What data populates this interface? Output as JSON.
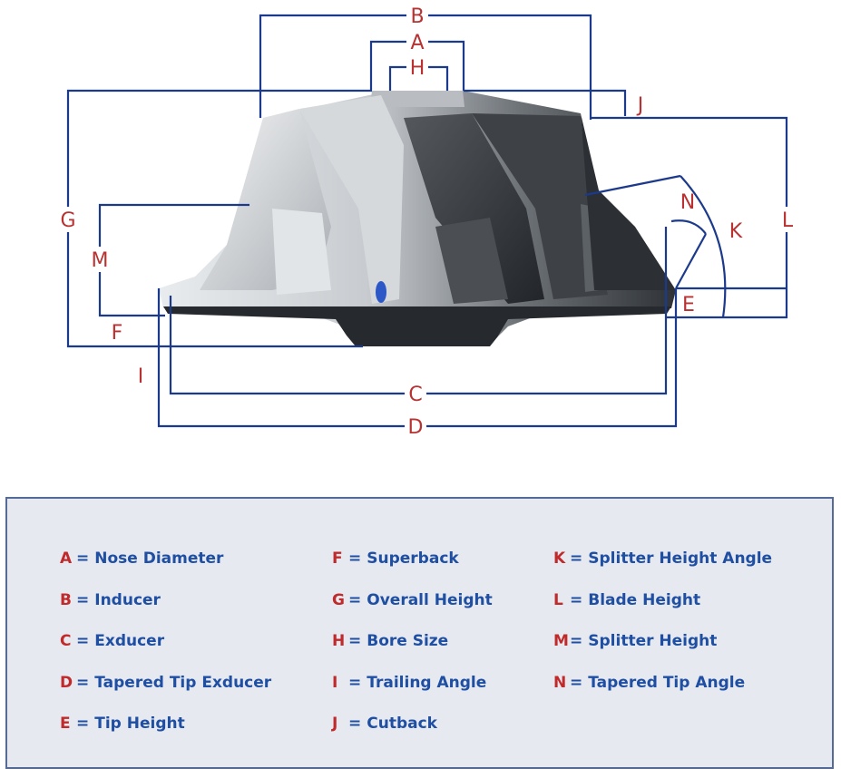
{
  "diagram": {
    "labels": {
      "A": "A",
      "B": "B",
      "C": "C",
      "D": "D",
      "E": "E",
      "F": "F",
      "G": "G",
      "H": "H",
      "I": "I",
      "J": "J",
      "K": "K",
      "L": "L",
      "M": "M",
      "N": "N"
    },
    "colors": {
      "dimension_line": "#1c3a8c",
      "letter": "#b83232",
      "legend_key": "#c12a2a",
      "legend_text": "#1f4fa3"
    }
  },
  "legend": {
    "col1": [
      {
        "key": "A",
        "desc": "Nose Diameter"
      },
      {
        "key": "B",
        "desc": "Inducer"
      },
      {
        "key": "C",
        "desc": "Exducer"
      },
      {
        "key": "D",
        "desc": "Tapered Tip Exducer"
      },
      {
        "key": "E",
        "desc": "Tip Height"
      }
    ],
    "col2": [
      {
        "key": "F",
        "desc": "Superback"
      },
      {
        "key": "G",
        "desc": "Overall Height"
      },
      {
        "key": "H",
        "desc": "Bore Size"
      },
      {
        "key": "I",
        "desc": "Trailing Angle"
      },
      {
        "key": "J",
        "desc": "Cutback"
      }
    ],
    "col3": [
      {
        "key": "K",
        "desc": "Splitter Height Angle"
      },
      {
        "key": "L",
        "desc": "Blade Height"
      },
      {
        "key": "M",
        "desc": "Splitter Height"
      },
      {
        "key": "N",
        "desc": "Tapered Tip Angle"
      }
    ],
    "eq": "="
  }
}
